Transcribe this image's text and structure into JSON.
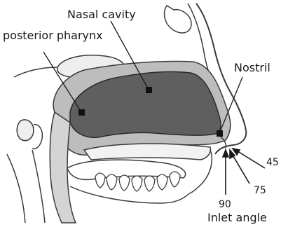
{
  "labels": {
    "nasal_cavity": "Nasal cavity",
    "posterior_pharynx": "posterior pharynx",
    "nostril": "Nostril",
    "inlet_angle": "Inlet angle"
  },
  "angles": {
    "a45": "45",
    "a75": "75",
    "a90": "90"
  },
  "colors": {
    "airway_fill": "#5f5f5f",
    "soft_tissue": "#bdbdbd",
    "bone_outline": "#3a3a3a",
    "marker": "#111111"
  }
}
